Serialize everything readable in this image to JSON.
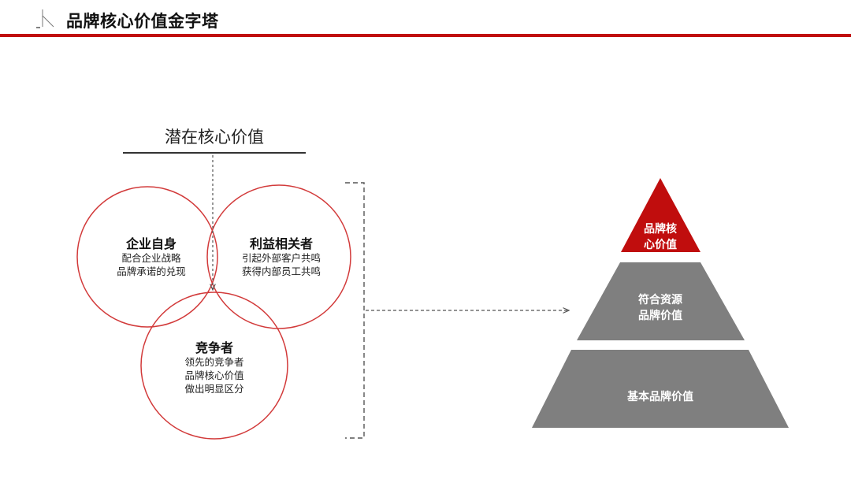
{
  "header": {
    "title": "品牌核心价值金字塔"
  },
  "venn": {
    "heading": "潜在核心价值",
    "circles": [
      {
        "title": "企业自身",
        "lines": [
          "配合企业战略",
          "品牌承诺的兑现"
        ]
      },
      {
        "title": "利益相关者",
        "lines": [
          "引起外部客户共鸣",
          "获得内部员工共鸣"
        ]
      },
      {
        "title": "竞争者",
        "lines": [
          "领先的竞争者",
          "品牌核心价值",
          "做出明显区分"
        ]
      }
    ]
  },
  "pyramid": {
    "levels": [
      {
        "lines": [
          "品牌核",
          "心价值"
        ],
        "color": "#c00d0d"
      },
      {
        "lines": [
          "符合资源",
          "品牌价值"
        ],
        "color": "#7f7f7f"
      },
      {
        "lines": [
          "基本品牌价值"
        ],
        "color": "#7f7f7f"
      }
    ]
  },
  "colors": {
    "accent": "#c00d0d",
    "circle_stroke": "#d23a3a",
    "gray": "#7f7f7f",
    "dash": "#555555"
  }
}
